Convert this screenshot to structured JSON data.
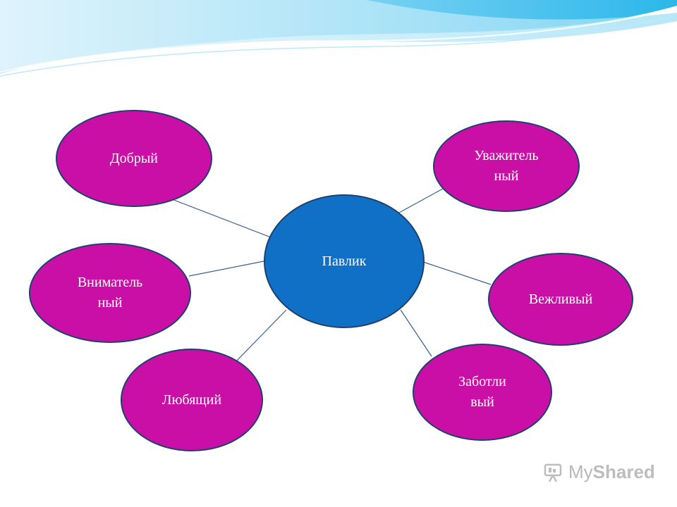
{
  "diagram": {
    "center": {
      "label": "Павлик",
      "color": "#1070c6"
    },
    "nodes": [
      {
        "id": "kind",
        "label": "Добрый"
      },
      {
        "id": "respectful",
        "label": "Уважитель\nный"
      },
      {
        "id": "attentive",
        "label": "Вниматель\nный"
      },
      {
        "id": "polite",
        "label": "Вежливый"
      },
      {
        "id": "loving",
        "label": "Любящий"
      },
      {
        "id": "caring",
        "label": "Заботли\nвый"
      }
    ],
    "node_color": "#c90fa6",
    "edge_color": "#3a5f8f"
  },
  "watermark": {
    "part1": "My",
    "part2": "Shared"
  }
}
